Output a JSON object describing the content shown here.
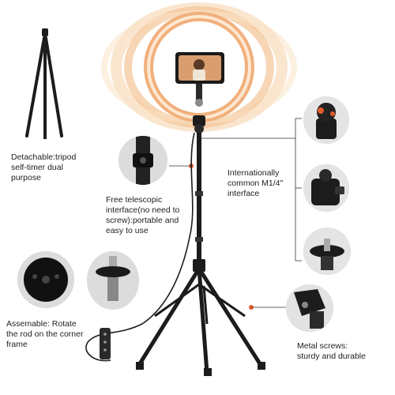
{
  "captions": {
    "detachable": "Detachable:tripod\nself-timer dual\npurpose",
    "telescopic": "Free telescopic\ninterface(no need to\nscrew):portable and\n   easy to use",
    "internationally": "Internationally\ncommon M1/4\"\ninterface",
    "assemble": "Assemable:  Rotate\nthe rod on the corner\nframe",
    "metal_screws": "Metal screws:\nsturdy and durable"
  },
  "colors": {
    "ring_glow": "#f6c79a",
    "ring_light": "#f9d9b6",
    "accent": "#e85a2a",
    "metal": "#1c1c1c"
  }
}
